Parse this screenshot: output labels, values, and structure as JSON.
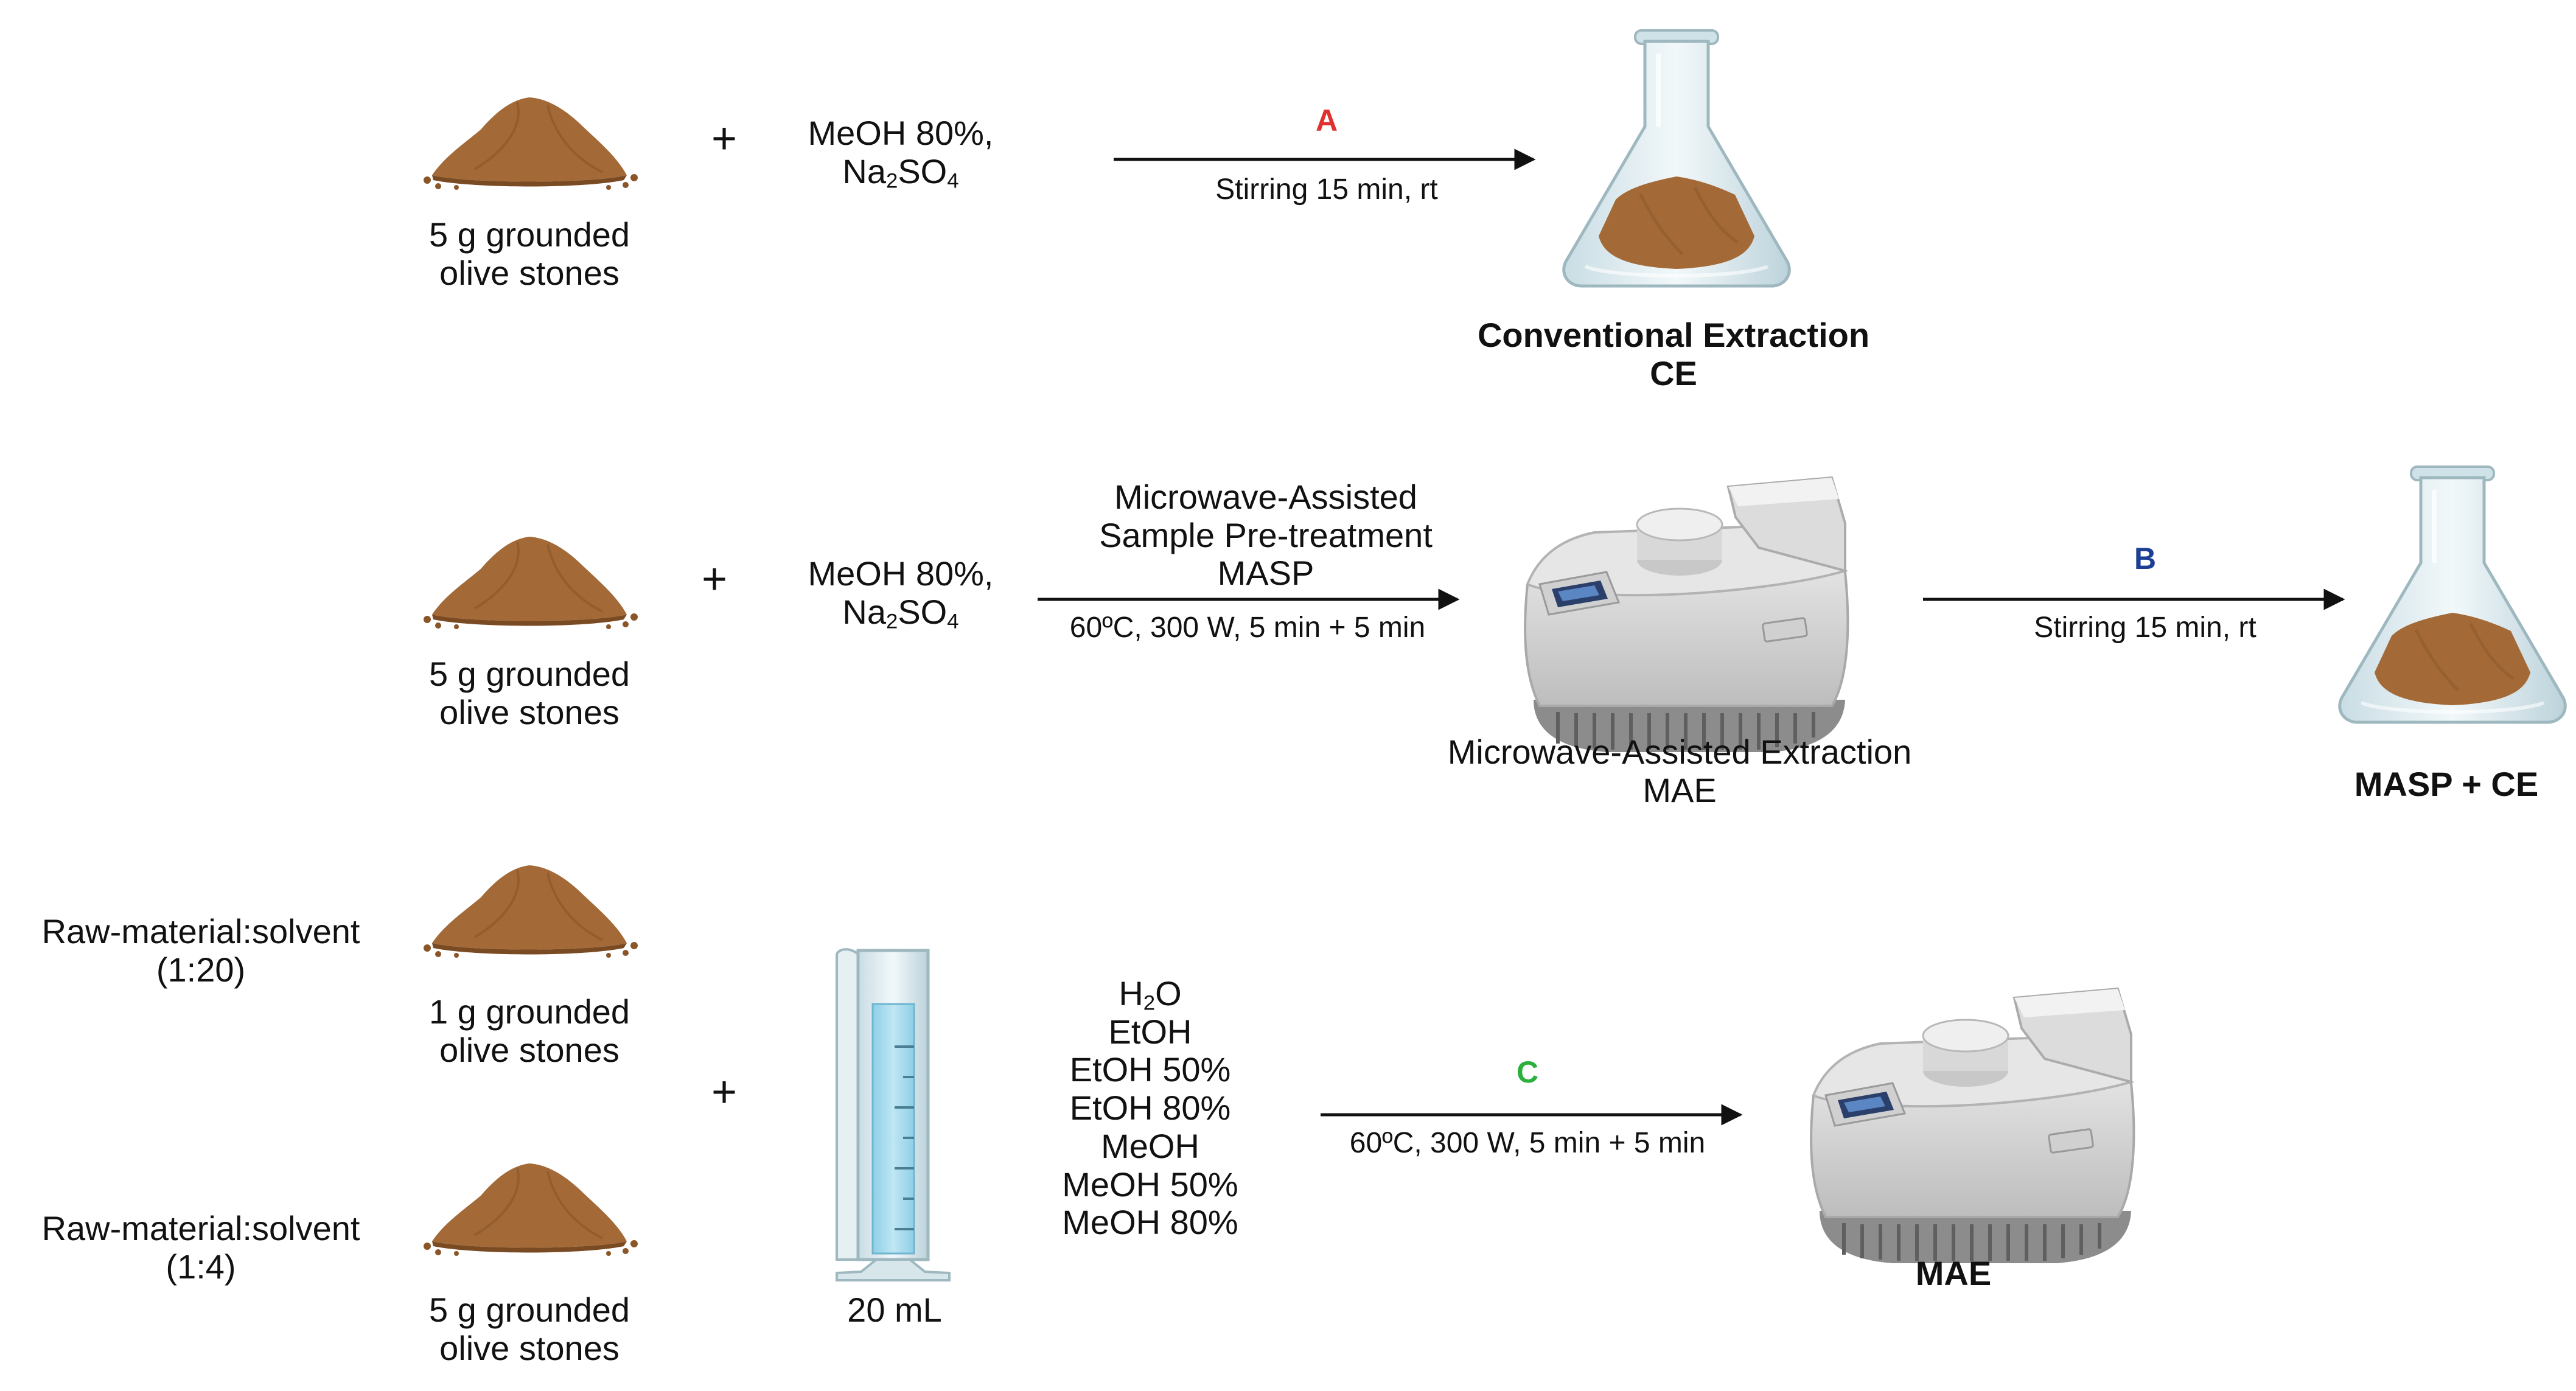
{
  "rows": [
    {
      "ingredient_labels": [
        "5 g grounded",
        "olive stones"
      ],
      "plus": "+",
      "reagent": {
        "line1": "MeOH 80%,",
        "line2_prefix": "Na",
        "line2_sub1": "2",
        "line2_mid": "SO",
        "line2_sub2": "4"
      },
      "step_letter": "A",
      "step_letter_color": "#e03131",
      "step_conditions": "Stirring 15 min, rt",
      "product_labels": [
        "Conventional Extraction",
        "CE"
      ]
    },
    {
      "ingredient_labels": [
        "5 g grounded",
        "olive stones"
      ],
      "plus": "+",
      "reagent": {
        "line1": "MeOH 80%,",
        "line2_prefix": "Na",
        "line2_sub1": "2",
        "line2_mid": "SO",
        "line2_sub2": "4"
      },
      "pretreat_labels": [
        "Microwave-Assisted",
        "Sample Pre-treatment",
        "MASP"
      ],
      "pretreat_conditions": "60ºC, 300 W, 5 min + 5 min",
      "device_labels": [
        "Microwave-Assisted Extraction",
        "MAE"
      ],
      "step_letter": "B",
      "step_letter_color": "#1c3f95",
      "step_conditions": "Stirring 15 min, rt",
      "product_label": "MASP + CE"
    },
    {
      "ratios": [
        {
          "label": "Raw-material:solvent",
          "value": "(1:20)",
          "ingredient_labels": [
            "1 g grounded",
            "olive stones"
          ]
        },
        {
          "label": "Raw-material:solvent",
          "value": "(1:4)",
          "ingredient_labels": [
            "5 g grounded",
            "olive stones"
          ]
        }
      ],
      "plus": "+",
      "cylinder_label": "20 mL",
      "solvents": {
        "h2o_prefix": "H",
        "h2o_sub": "2",
        "h2o_suffix": "O",
        "list": [
          "EtOH",
          "EtOH 50%",
          "EtOH 80%",
          "MeOH",
          "MeOH 50%",
          "MeOH 80%"
        ]
      },
      "step_letter": "C",
      "step_letter_color": "#2bb03b",
      "step_conditions": "60ºC, 300 W, 5 min + 5 min",
      "product_label": "MAE"
    }
  ],
  "colors": {
    "powder": "#a36a38",
    "powder_dark": "#7a4a22",
    "glass": "#d9e9ee",
    "liquid": "#a9dcee",
    "device_body": "#d4d4d4"
  },
  "icons": [
    "powder-pile",
    "erlenmeyer-flask",
    "microwave-extractor",
    "graduated-cylinder",
    "arrow"
  ]
}
